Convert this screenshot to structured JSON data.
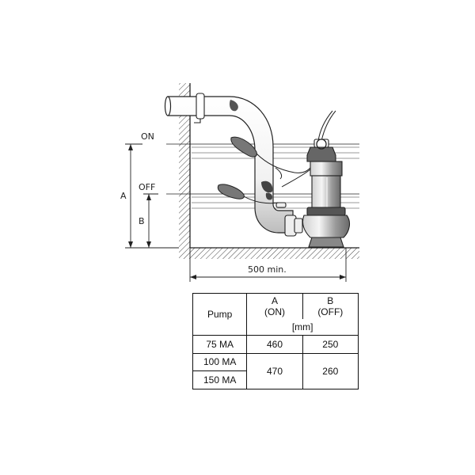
{
  "diagram": {
    "level_on": "ON",
    "level_off": "OFF",
    "dim_a": "A",
    "dim_b": "B",
    "dim_width": "500 min."
  },
  "table": {
    "header_pump": "Pump",
    "header_a": [
      "A",
      "(ON)"
    ],
    "header_b": [
      "B",
      "(OFF)"
    ],
    "unit": "[mm]",
    "rows": [
      {
        "pump": "75 MA",
        "a": "460",
        "b": "250"
      },
      {
        "pump": "100 MA",
        "a": "470",
        "b": "260"
      },
      {
        "pump": "150 MA"
      }
    ]
  },
  "colors": {
    "line": "#222222",
    "water": "#9a9a9a",
    "shade": "#777777"
  }
}
